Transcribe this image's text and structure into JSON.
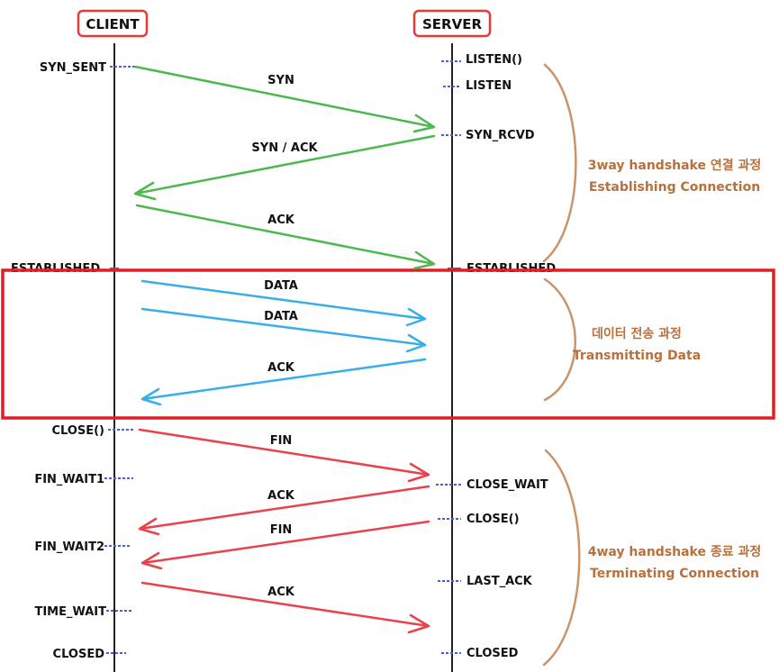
{
  "client_label": "CLIENT",
  "server_label": "SERVER",
  "client_states": [
    "SYN_SENT",
    "ESTABLISHED",
    "CLOSE()",
    "FIN_WAIT1",
    "FIN_WAIT2",
    "TIME_WAIT",
    "CLOSED"
  ],
  "server_states": [
    "LISTEN()",
    "LISTEN",
    "SYN_RCVD",
    "ESTABLISHED",
    "CLOSE_WAIT",
    "CLOSE()",
    "LAST_ACK",
    "CLOSED"
  ],
  "messages": [
    {
      "label": "SYN",
      "direction": "client-to-server",
      "phase": "connect"
    },
    {
      "label": "SYN / ACK",
      "direction": "server-to-client",
      "phase": "connect"
    },
    {
      "label": "ACK",
      "direction": "client-to-server",
      "phase": "connect"
    },
    {
      "label": "DATA",
      "direction": "client-to-server",
      "phase": "transfer"
    },
    {
      "label": "DATA",
      "direction": "client-to-server",
      "phase": "transfer"
    },
    {
      "label": "ACK",
      "direction": "server-to-client",
      "phase": "transfer"
    },
    {
      "label": "FIN",
      "direction": "client-to-server",
      "phase": "terminate"
    },
    {
      "label": "ACK",
      "direction": "server-to-client",
      "phase": "terminate"
    },
    {
      "label": "FIN",
      "direction": "server-to-client",
      "phase": "terminate"
    },
    {
      "label": "ACK",
      "direction": "client-to-server",
      "phase": "terminate"
    }
  ],
  "phases": [
    {
      "line1": "3way handshake 연결 과정",
      "line2": "Establishing Connection"
    },
    {
      "line1": "데이터 전송 과정",
      "line2": "Transmitting Data"
    },
    {
      "line1": "4way handshake 종료 과정",
      "line2": "Terminating Connection"
    }
  ],
  "colors": {
    "connect": "#4cb84f",
    "transfer": "#38aee8",
    "terminate": "#e8434c",
    "brace": "#c9946a",
    "phase_text": "#b8703c",
    "highlight_box": "#e31c23",
    "header_outline": "#e53a3a",
    "lifeline": "#222222",
    "tick": "#4a5fd4"
  }
}
